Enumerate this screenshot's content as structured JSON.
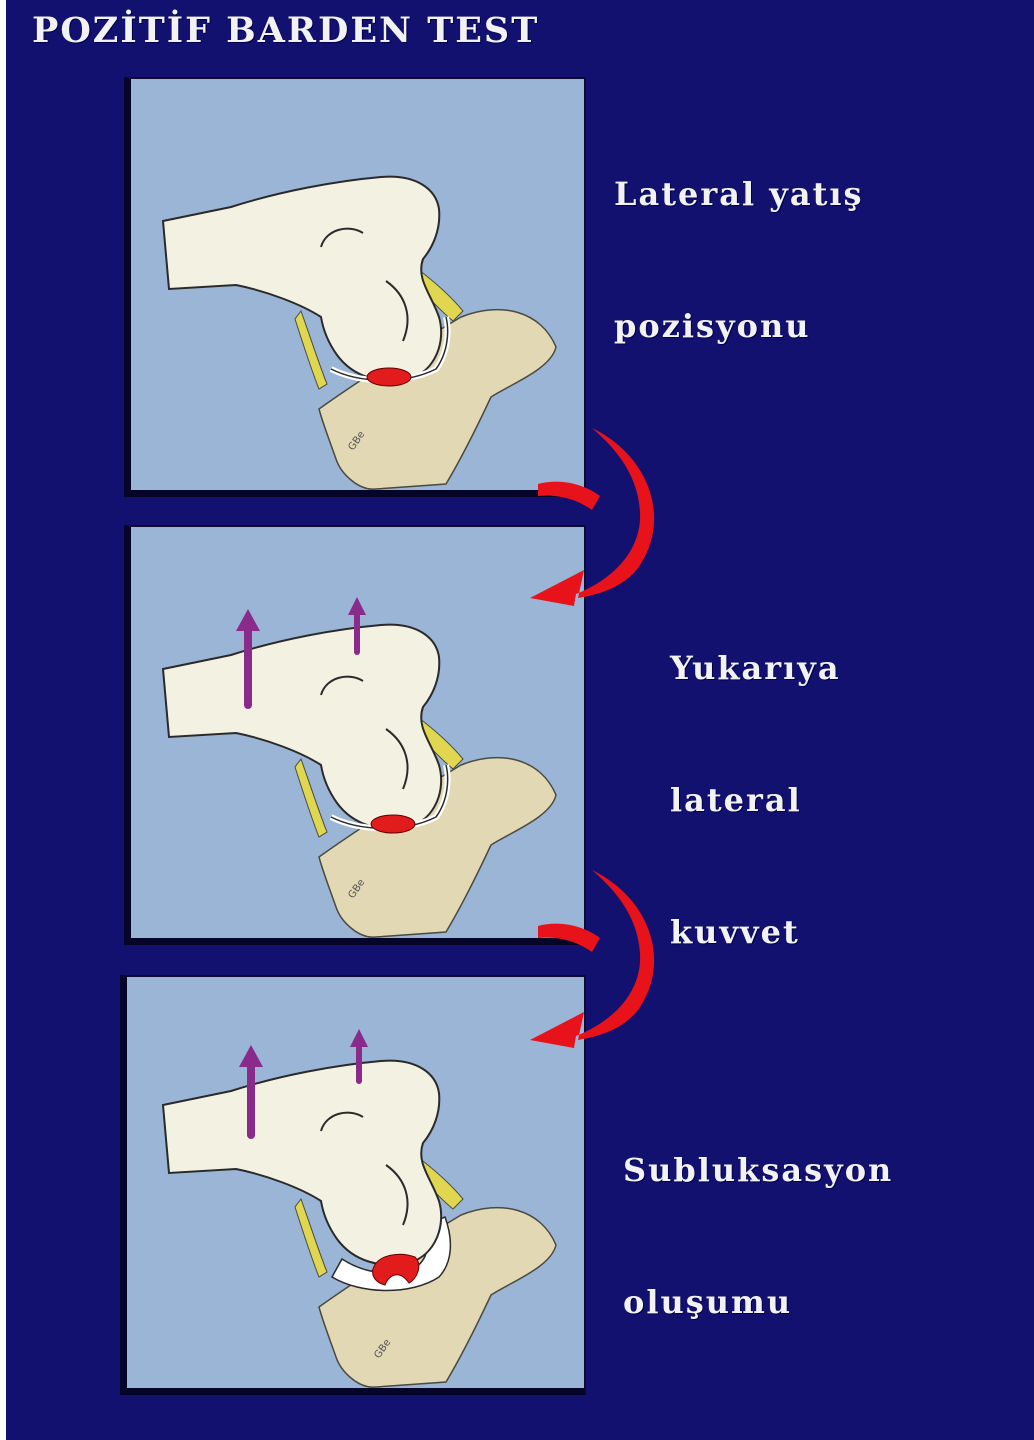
{
  "title": "POZİTİF BARDEN TEST",
  "captions": {
    "step1": [
      "Lateral yatış",
      "pozisyonu"
    ],
    "step2": [
      "Yukarıya",
      "lateral",
      "kuvvet"
    ],
    "step3": [
      "Subluksasyon",
      "oluşumu"
    ]
  },
  "bone_mark": "GBe",
  "colors": {
    "background": "#13116f",
    "panel": "#9ab5d6",
    "femur": "#f3f1e2",
    "pelvis": "#e3d8b4",
    "ligament": "#e0d650",
    "femoral_head_contact": "#e21c1c",
    "force_arrow": "#8a2a8a",
    "curved_arrow": "#e8121a"
  },
  "icons": {
    "transition_arrow": "curved-arrow-icon",
    "force": "upward-force-arrow-icon"
  }
}
